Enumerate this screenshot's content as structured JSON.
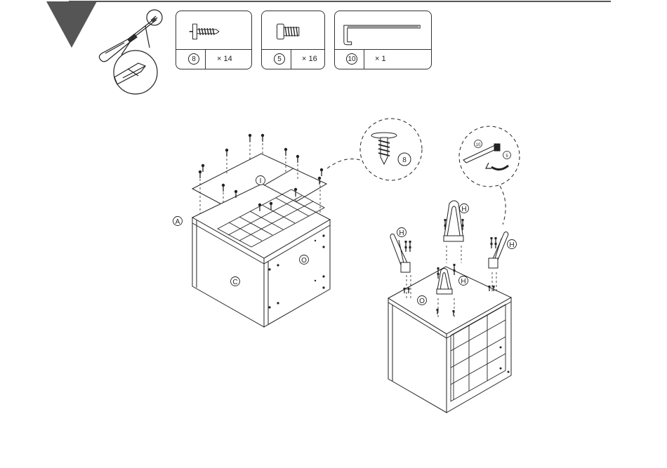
{
  "parts": [
    {
      "id": "8",
      "qty": "× 14",
      "icon": "wafer-head-screw-icon"
    },
    {
      "id": "5",
      "qty": "× 16",
      "icon": "cam-bolt-icon"
    },
    {
      "id": "10",
      "qty": "× 1",
      "icon": "allen-key-icon"
    }
  ],
  "tools": {
    "icon": "phillips-screwdriver-icon"
  },
  "step_marker": {
    "icon": "triangle-step-marker"
  },
  "labels": {
    "panel_i": "I",
    "panel_a": "A",
    "panel_c": "C",
    "panel_o_left": "O",
    "panel_o_right": "O",
    "leg_h_left": "H",
    "leg_h_top": "H",
    "leg_h_right": "H",
    "leg_h_front": "H",
    "callout_screw_id": "8",
    "callout_key_id": "10",
    "callout_bolt_id": "5"
  }
}
